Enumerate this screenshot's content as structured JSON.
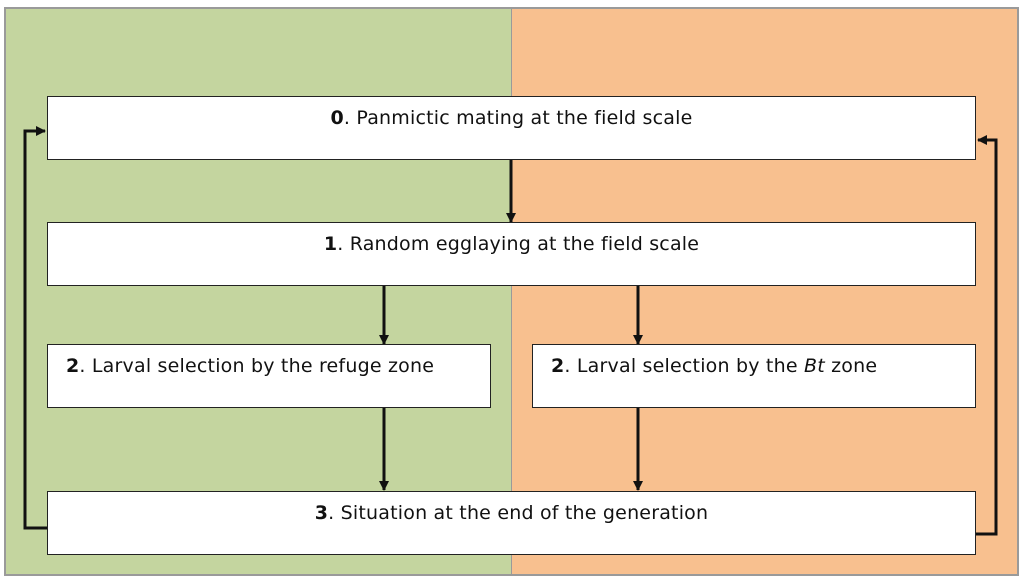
{
  "colors": {
    "left_panel": "#c4d59f",
    "right_panel": "#f8c08f",
    "arrow": "#111111"
  },
  "steps": {
    "s0": {
      "num": "0",
      "text": ". Panmictic mating at the field scale"
    },
    "s1": {
      "num": "1",
      "text": ". Random egglaying at the field scale"
    },
    "s2a": {
      "num": "2",
      "text": ". Larval selection by the refuge zone"
    },
    "s2b": {
      "num": "2",
      "text": ". Larval selection by the ",
      "italic": "Bt",
      "suffix": " zone"
    },
    "s3": {
      "num": "3",
      "text": ". Situation at the end of the generation"
    }
  }
}
